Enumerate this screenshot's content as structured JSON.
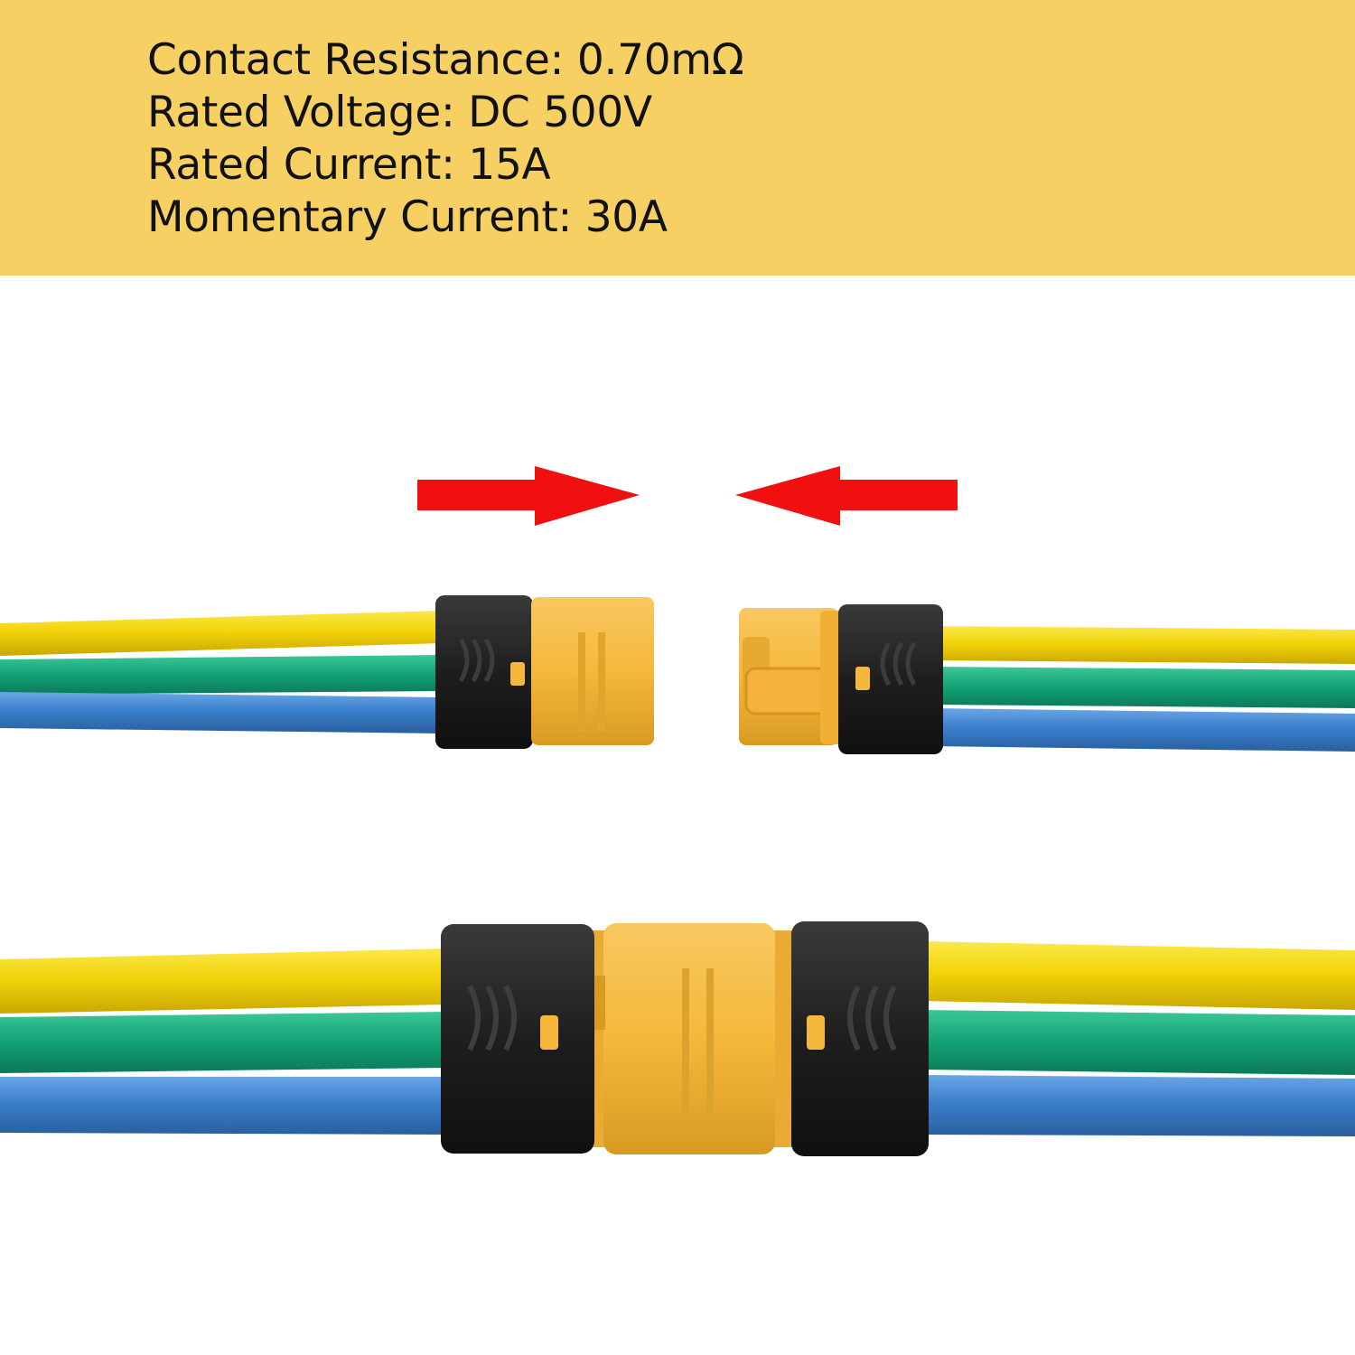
{
  "specs": [
    "Contact Resistance: 0.70mΩ",
    "Rated Voltage: DC 500V",
    "Rated Current: 15A",
    "Momentary Current: 30A"
  ],
  "colors": {
    "banner": "#f7d064",
    "background": "#ffffff",
    "wire_yellow": "#f5d90a",
    "wire_green": "#16a67a",
    "wire_blue": "#3a7fcc",
    "connector_housing": "#f5b83a",
    "connector_sleeve": "#1e1e1e",
    "arrow": "#f01010"
  },
  "icons": [
    "arrow-right-icon",
    "arrow-left-icon"
  ]
}
